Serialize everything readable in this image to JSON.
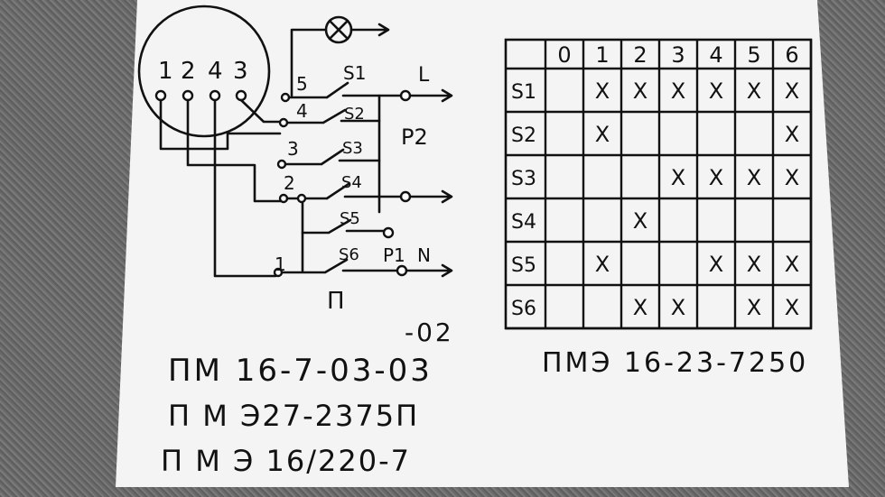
{
  "diagram": {
    "pins": [
      "1",
      "2",
      "4",
      "3"
    ],
    "contact_numbers": [
      "5",
      "4",
      "3",
      "2",
      "1"
    ],
    "switches": [
      "S1",
      "S2",
      "S3",
      "S4",
      "S5",
      "S6"
    ],
    "labels": {
      "L": "L",
      "P2": "P2",
      "P1": "P1",
      "N": "N",
      "handle": "П"
    }
  },
  "table": {
    "columns": [
      "0",
      "1",
      "2",
      "3",
      "4",
      "5",
      "6"
    ],
    "rows": [
      {
        "label": "S1",
        "marks": [
          1,
          2,
          3,
          4,
          5,
          6
        ]
      },
      {
        "label": "S2",
        "marks": [
          1,
          6
        ]
      },
      {
        "label": "S3",
        "marks": [
          3,
          4,
          5,
          6
        ]
      },
      {
        "label": "S4",
        "marks": [
          2
        ]
      },
      {
        "label": "S5",
        "marks": [
          1,
          4,
          5,
          6
        ]
      },
      {
        "label": "S6",
        "marks": [
          2,
          3,
          5,
          6
        ]
      }
    ],
    "mark": "X"
  },
  "models": {
    "suffix": "-02",
    "line1": "ПМ 16-7-03-03",
    "line2": "П М Э27-2375П",
    "line3": "П М Э 16/220-7",
    "right": "ПМЭ 16-23-7250"
  }
}
